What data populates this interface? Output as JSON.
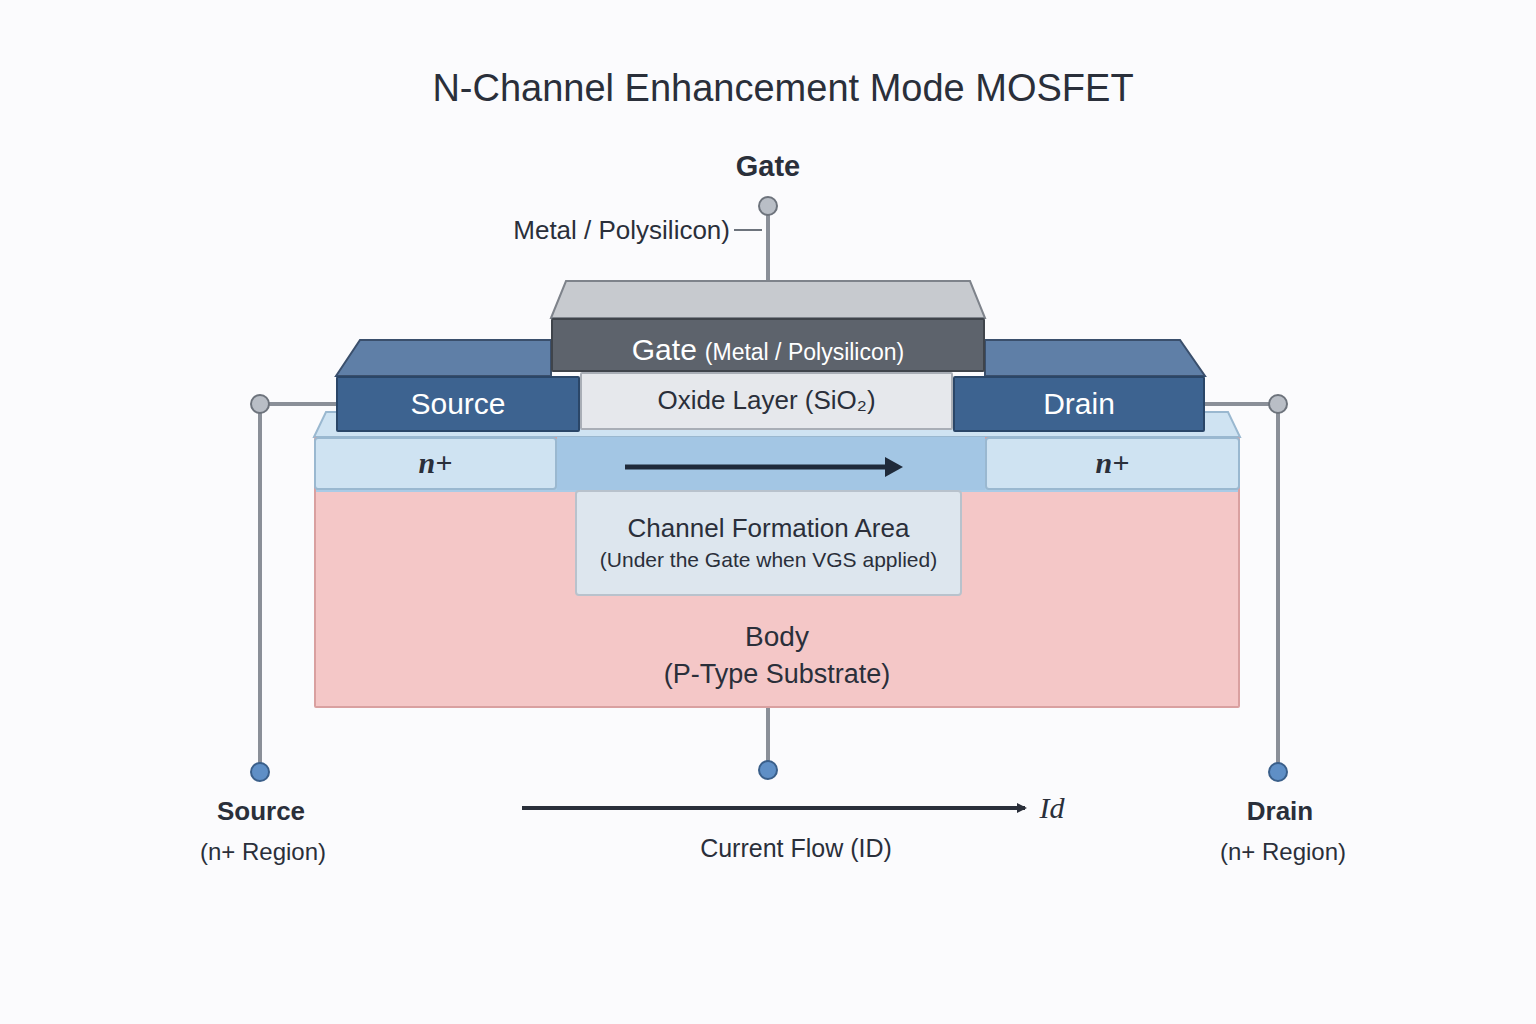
{
  "diagram": {
    "title": "N-Channel Enhancement Mode MOSFET",
    "nodes": [
      {
        "text": [
          "Gate",
          "(Metal / Polysilicon)"
        ]
      },
      {
        "text": [
          "Source"
        ]
      },
      {
        "text": [
          "Oxide Layer (SiO₂)"
        ]
      },
      {
        "text": [
          "Drain"
        ]
      },
      {
        "text": [
          "Body",
          "(P-Type Substrate)"
        ]
      },
      {
        "text": [
          "n+"
        ],
        "in": 4
      },
      {
        "text": [
          "n+"
        ],
        "in": 4
      },
      {
        "text": [
          "Channel Formation Area",
          "(Under the Gate when VGS applied)"
        ],
        "in": 4
      }
    ],
    "labels": [
      "Gate",
      "Metal / Polysilicon)",
      "Source",
      "(n+ Region)",
      "Drain",
      "(n+ Region)",
      "Id",
      "Current Flow (ID)"
    ]
  }
}
